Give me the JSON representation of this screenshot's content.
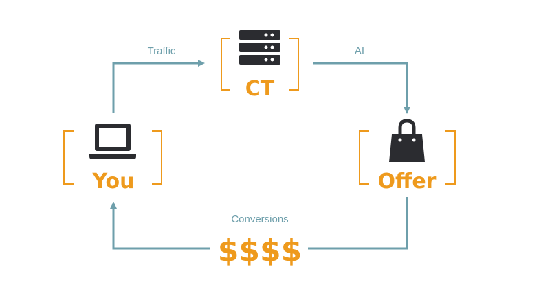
{
  "nodes": {
    "you": {
      "label": "You",
      "icon": "laptop-icon"
    },
    "ct": {
      "label": "CT",
      "icon": "server-icon"
    },
    "offer": {
      "label": "Offer",
      "icon": "shopping-bag-icon"
    }
  },
  "edges": {
    "traffic": {
      "label": "Traffic",
      "from": "You",
      "to": "CT"
    },
    "ai": {
      "label": "AI",
      "from": "CT",
      "to": "Offer"
    },
    "conversions": {
      "label": "Conversions",
      "from": "Offer",
      "to": "You",
      "amount": "$$$$"
    }
  },
  "colors": {
    "accent": "#ee9a1d",
    "arrow": "#6e9fab",
    "label": "#6e9fab",
    "icon": "#2b2c30"
  }
}
